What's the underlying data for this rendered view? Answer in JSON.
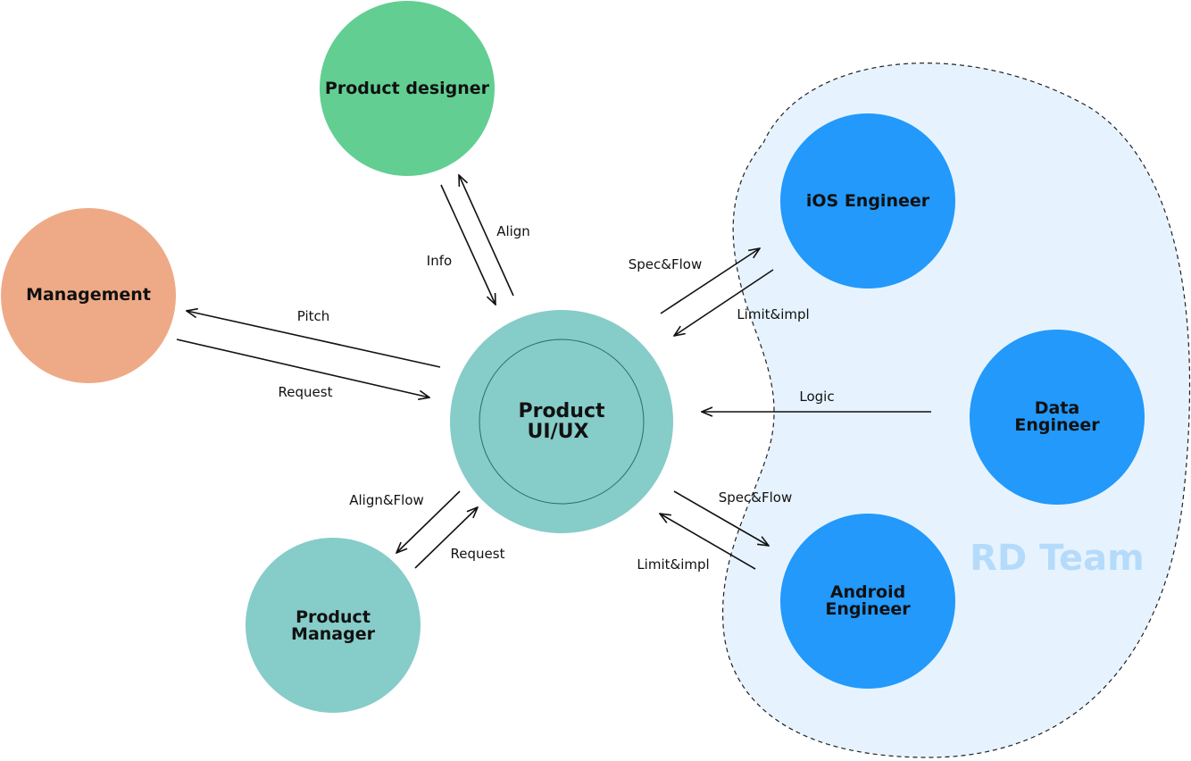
{
  "colors": {
    "product_designer": "#62ce92",
    "management": "#eeaa86",
    "product_uiux": "#86ccc8",
    "product_manager": "#86ccc8",
    "engineer": "#2299fb",
    "rd_team_fill": "#e6f3fe",
    "rd_team_label": "#b5dbfb",
    "edge": "#111111"
  },
  "nodes": {
    "product_designer": {
      "line1": "Product designer"
    },
    "management": {
      "line1": "Management"
    },
    "product_uiux": {
      "line1": "Product",
      "line2": "UI/UX"
    },
    "product_manager": {
      "line1": "Product",
      "line2": "Manager"
    },
    "ios_engineer": {
      "line1": "iOS Engineer"
    },
    "data_engineer": {
      "line1": "Data",
      "line2": "Engineer"
    },
    "android_engineer": {
      "line1": "Android",
      "line2": "Engineer"
    }
  },
  "rd_team": {
    "label": "RD Team"
  },
  "edges": {
    "info": "Info",
    "align": "Align",
    "pitch": "Pitch",
    "request_mgmt": "Request",
    "spec_flow_ios": "Spec&Flow",
    "limit_impl_ios": "Limit&impl",
    "logic": "Logic",
    "spec_flow_android": "Spec&Flow",
    "limit_impl_android": "Limit&impl",
    "align_flow": "Align&Flow",
    "request_pm": "Request"
  }
}
